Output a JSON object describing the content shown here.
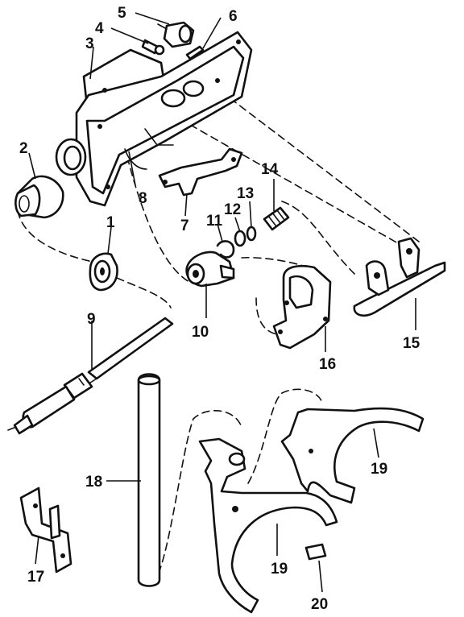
{
  "callouts": {
    "c1": "1",
    "c2": "2",
    "c3": "3",
    "c4": "4",
    "c5": "5",
    "c6": "6",
    "c7": "7",
    "c8": "8",
    "c9": "9",
    "c10": "10",
    "c11": "11",
    "c12": "12",
    "c13": "13",
    "c14": "14",
    "c15": "15",
    "c16": "16",
    "c17": "17",
    "c18": "18",
    "c19a": "19",
    "c19b": "19",
    "c20": "20"
  },
  "colors": {
    "ink": "#111111",
    "paper": "#ffffff"
  }
}
